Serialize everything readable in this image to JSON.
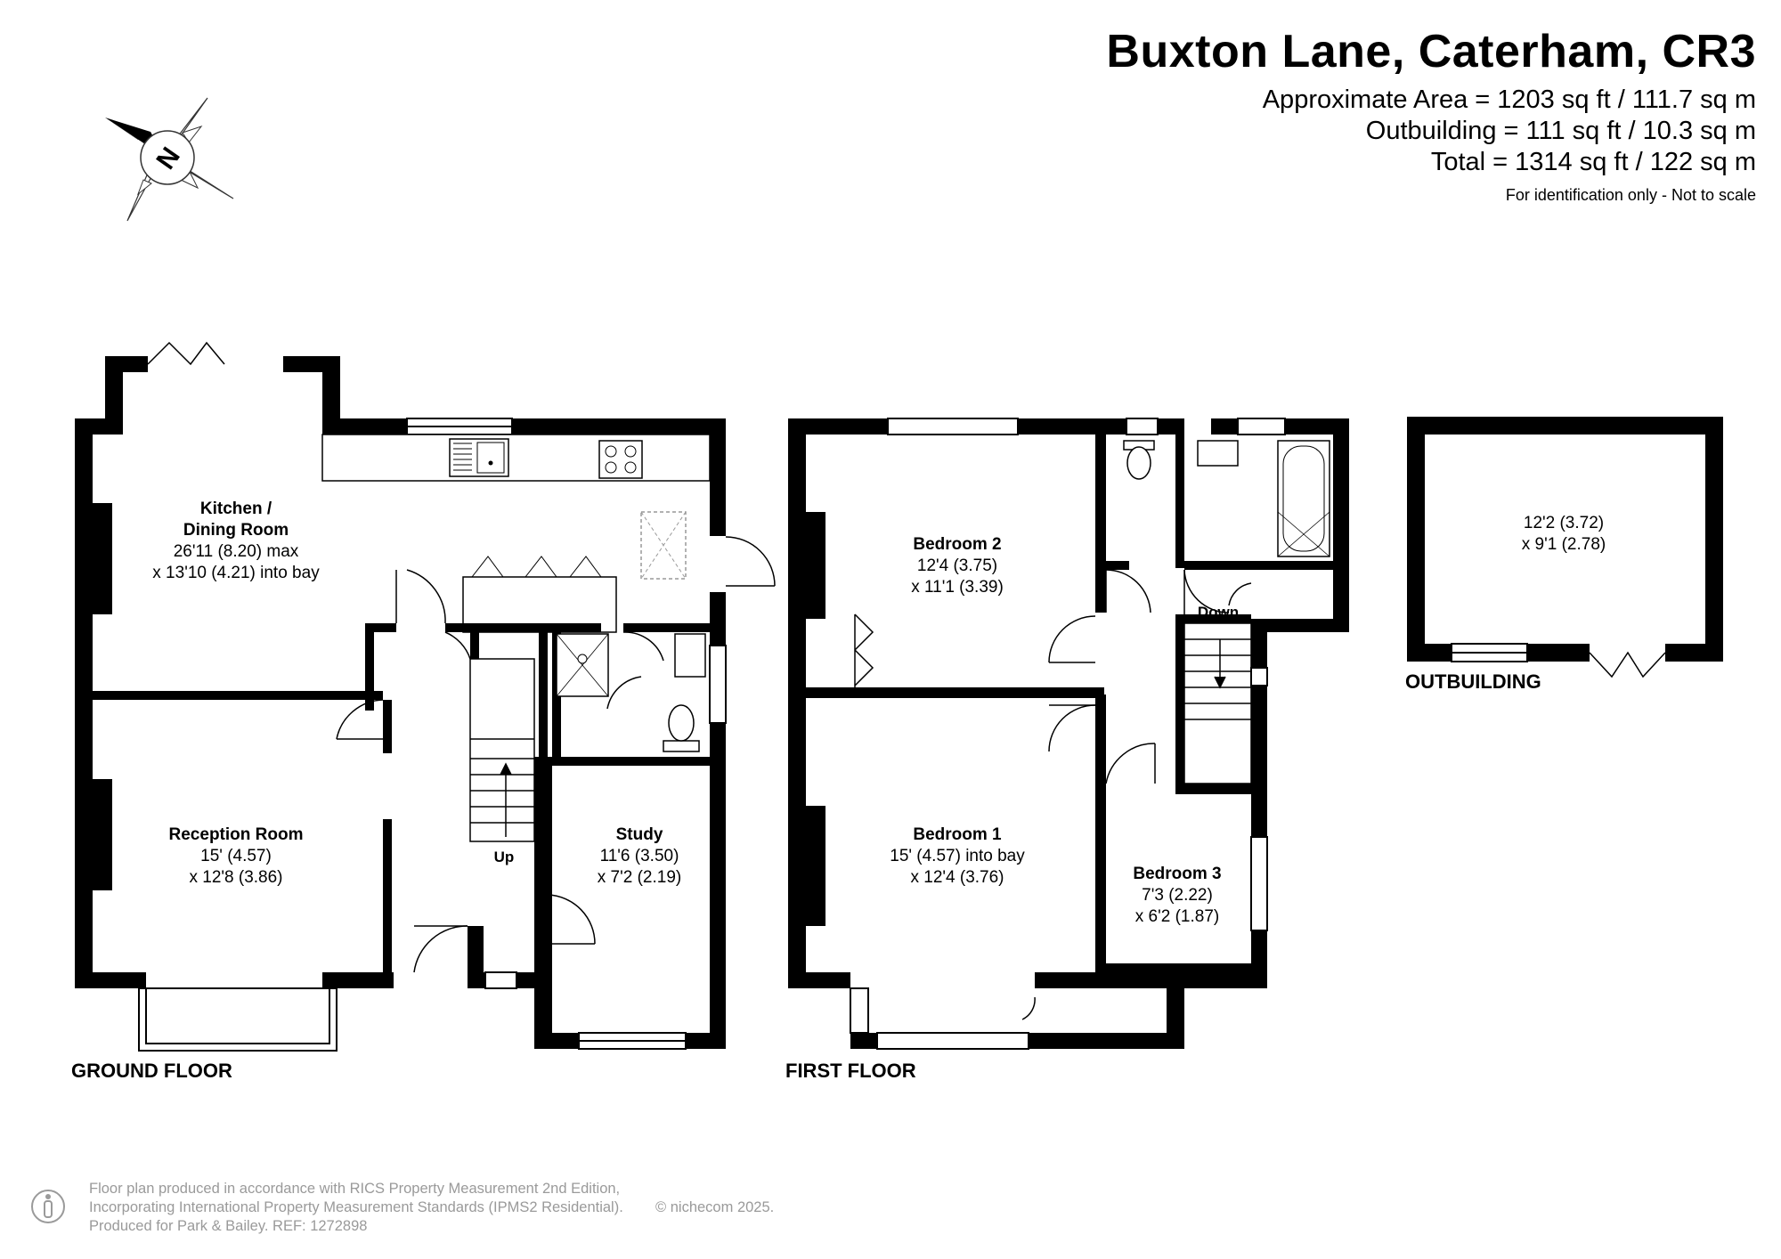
{
  "header": {
    "title": "Buxton Lane, Caterham, CR3",
    "approx_area": "Approximate Area = 1203 sq ft / 111.7 sq m",
    "outbuilding_area": "Outbuilding = 111 sq ft / 10.3 sq m",
    "total_area": "Total = 1314 sq ft / 122 sq m",
    "note": "For identification only - Not to scale"
  },
  "compass": {
    "letter": "N"
  },
  "ground_floor": {
    "label": "GROUND FLOOR",
    "kitchen": {
      "name_1": "Kitchen /",
      "name_2": "Dining Room",
      "dim_1": "26'11 (8.20) max",
      "dim_2": "x 13'10 (4.21) into bay"
    },
    "reception": {
      "name": "Reception Room",
      "dim_1": "15' (4.57)",
      "dim_2": "x 12'8 (3.86)"
    },
    "study": {
      "name": "Study",
      "dim_1": "11'6 (3.50)",
      "dim_2": "x 7'2 (2.19)"
    },
    "stairs": "Up"
  },
  "first_floor": {
    "label": "FIRST FLOOR",
    "bedroom2": {
      "name": "Bedroom 2",
      "dim_1": "12'4 (3.75)",
      "dim_2": "x 11'1 (3.39)"
    },
    "bedroom1": {
      "name": "Bedroom 1",
      "dim_1": "15' (4.57) into bay",
      "dim_2": "x 12'4 (3.76)"
    },
    "bedroom3": {
      "name": "Bedroom 3",
      "dim_1": "7'3 (2.22)",
      "dim_2": "x 6'2 (1.87)"
    },
    "stairs": "Down"
  },
  "outbuilding": {
    "label": "OUTBUILDING",
    "dim_1": "12'2 (3.72)",
    "dim_2": "x 9'1 (2.78)"
  },
  "footer": {
    "line_1": "Floor plan produced in accordance with RICS Property Measurement 2nd Edition,",
    "line_2": "Incorporating International Property Measurement Standards (IPMS2 Residential).",
    "line_3": "Produced for Park & Bailey.   REF: 1272898",
    "copyright": "© nichecom 2025."
  }
}
